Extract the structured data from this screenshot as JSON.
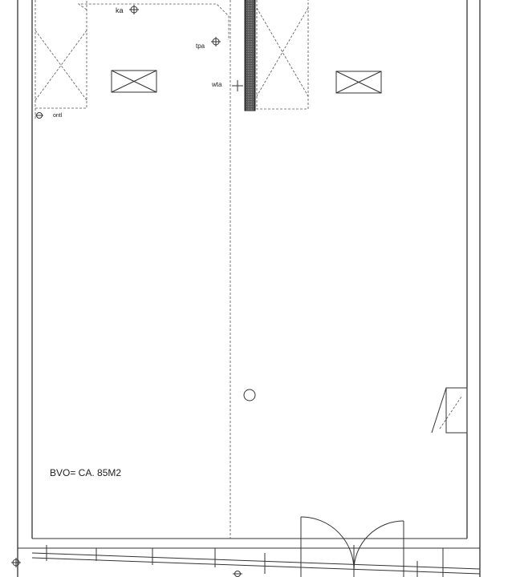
{
  "floorplan": {
    "labels": {
      "area": "BVO= CA. 85M2",
      "ka": "ka",
      "tpa": "tpa",
      "wta": "wta",
      "ontl": "ontl"
    },
    "colors": {
      "line": "#333333",
      "column_fill": "#444444",
      "background": "#ffffff"
    },
    "icons": [
      "drain-symbol-icon",
      "column-hatch-icon",
      "door-swing-icon",
      "cross-box-icon"
    ]
  }
}
